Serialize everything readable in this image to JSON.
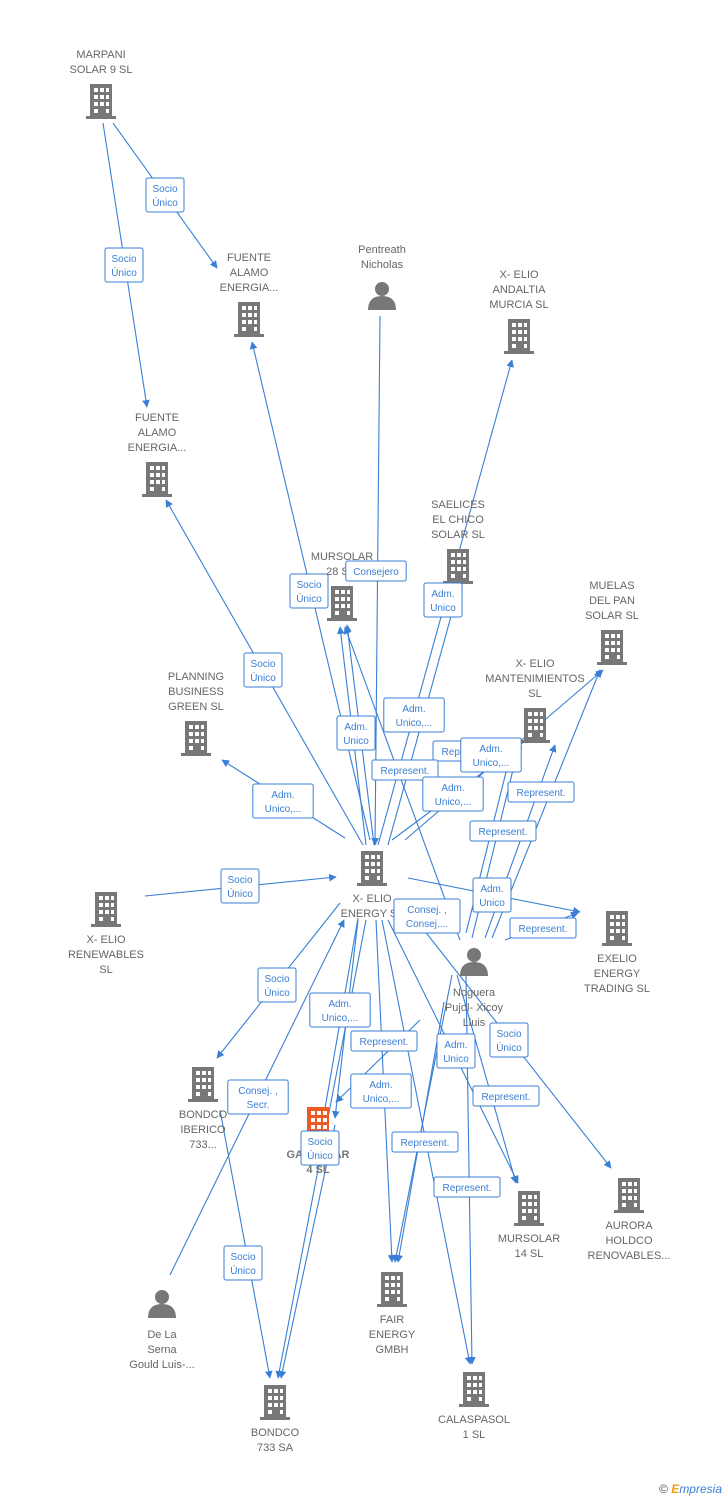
{
  "colors": {
    "edge": "#3a7fd5",
    "icon": "#777777",
    "highlight": "#ee5a24",
    "text": "#666666"
  },
  "nodes": [
    {
      "id": "marpani",
      "type": "building",
      "lines": [
        "MARPANI",
        "SOLAR 9  SL"
      ]
    },
    {
      "id": "fuente1",
      "type": "building",
      "lines": [
        "FUENTE",
        "ALAMO",
        "ENERGIA..."
      ]
    },
    {
      "id": "fuente2",
      "type": "building",
      "lines": [
        "FUENTE",
        "ALAMO",
        "ENERGIA..."
      ]
    },
    {
      "id": "pentreath",
      "type": "person",
      "lines": [
        "Pentreath",
        "Nicholas"
      ]
    },
    {
      "id": "xelio_andaltia",
      "type": "building",
      "lines": [
        "X- ELIO",
        "ANDALTIA",
        "MURCIA  SL"
      ]
    },
    {
      "id": "saelices",
      "type": "building",
      "lines": [
        "SAELICES",
        "EL CHICO",
        "SOLAR SL"
      ]
    },
    {
      "id": "mursolar28",
      "type": "building",
      "lines": [
        "MURSOLAR",
        "28 S..."
      ]
    },
    {
      "id": "muelas",
      "type": "building",
      "lines": [
        "MUELAS",
        "DEL PAN",
        "SOLAR SL"
      ]
    },
    {
      "id": "xelio_mant",
      "type": "building",
      "lines": [
        "X- ELIO",
        "MANTENIMIENTOS",
        "SL"
      ]
    },
    {
      "id": "planning",
      "type": "building",
      "lines": [
        "PLANNING",
        "BUSINESS",
        "GREEN  SL"
      ]
    },
    {
      "id": "xelio_energy",
      "type": "building",
      "lines": [
        "X- ELIO",
        "ENERGY  SL"
      ]
    },
    {
      "id": "xelio_renew",
      "type": "building",
      "lines": [
        "X- ELIO",
        "RENEWABLES",
        "SL"
      ]
    },
    {
      "id": "exelio",
      "type": "building",
      "lines": [
        "EXELIO",
        "ENERGY",
        "TRADING  SL"
      ]
    },
    {
      "id": "noguera",
      "type": "person",
      "lines": [
        "Noguera",
        "Pujol- Xicoy",
        "Lluis"
      ]
    },
    {
      "id": "bondco_iberico",
      "type": "building",
      "lines": [
        "BONDCO",
        "IBERICO",
        "733..."
      ]
    },
    {
      "id": "gansolar",
      "type": "building",
      "highlight": true,
      "lines": [
        "GANSOLAR",
        "4  SL"
      ]
    },
    {
      "id": "mursolar14",
      "type": "building",
      "lines": [
        "MURSOLAR",
        "14 SL"
      ]
    },
    {
      "id": "aurora",
      "type": "building",
      "lines": [
        "AURORA",
        "HOLDCO",
        "RENOVABLES..."
      ]
    },
    {
      "id": "delaserna",
      "type": "person",
      "lines": [
        "De La",
        "Serna",
        "Gould Luis-..."
      ]
    },
    {
      "id": "fair",
      "type": "building",
      "lines": [
        "FAIR",
        "ENERGY",
        "GMBH"
      ]
    },
    {
      "id": "bondco733",
      "type": "building",
      "lines": [
        "BONDCO",
        "733 SA"
      ]
    },
    {
      "id": "calaspasol",
      "type": "building",
      "lines": [
        "CALASPASOL",
        "1  SL"
      ]
    }
  ],
  "edge_labels": [
    {
      "id": "l1",
      "lines": [
        "Socio",
        "Único"
      ]
    },
    {
      "id": "l2",
      "lines": [
        "Socio",
        "Único"
      ]
    },
    {
      "id": "l3",
      "lines": [
        "Consejero"
      ]
    },
    {
      "id": "l4",
      "lines": [
        "Socio",
        "Único"
      ]
    },
    {
      "id": "l5",
      "lines": [
        "Adm.",
        "Unico"
      ]
    },
    {
      "id": "l6",
      "lines": [
        "Socio",
        "Único"
      ]
    },
    {
      "id": "l7",
      "lines": [
        "Adm.",
        "Unico,..."
      ]
    },
    {
      "id": "l8",
      "lines": [
        "Adm.",
        "Unico"
      ]
    },
    {
      "id": "l9",
      "lines": [
        "Represent."
      ]
    },
    {
      "id": "l10",
      "lines": [
        "Represent."
      ]
    },
    {
      "id": "l11",
      "lines": [
        "Adm.",
        "Unico,..."
      ]
    },
    {
      "id": "l12",
      "lines": [
        "Adm.",
        "Unico,..."
      ]
    },
    {
      "id": "l13",
      "lines": [
        "Adm.",
        "Unico,..."
      ]
    },
    {
      "id": "l14",
      "lines": [
        "Represent."
      ]
    },
    {
      "id": "l15",
      "lines": [
        "Represent."
      ]
    },
    {
      "id": "l16",
      "lines": [
        "Socio",
        "Único"
      ]
    },
    {
      "id": "l17",
      "lines": [
        "Adm.",
        "Unico"
      ]
    },
    {
      "id": "l18",
      "lines": [
        "Consej. ,",
        "Consej...."
      ]
    },
    {
      "id": "l19",
      "lines": [
        "Represent."
      ]
    },
    {
      "id": "l20",
      "lines": [
        "Socio",
        "Único"
      ]
    },
    {
      "id": "l21",
      "lines": [
        "Adm.",
        "Unico,..."
      ]
    },
    {
      "id": "l22",
      "lines": [
        "Represent."
      ]
    },
    {
      "id": "l23",
      "lines": [
        "Adm.",
        "Unico"
      ]
    },
    {
      "id": "l24",
      "lines": [
        "Socio",
        "Único"
      ]
    },
    {
      "id": "l25",
      "lines": [
        "Consej. ,",
        "Secr."
      ]
    },
    {
      "id": "l26",
      "lines": [
        "Adm.",
        "Unico,..."
      ]
    },
    {
      "id": "l27",
      "lines": [
        "Represent."
      ]
    },
    {
      "id": "l28",
      "lines": [
        "Socio",
        "Único"
      ]
    },
    {
      "id": "l29",
      "lines": [
        "Represent."
      ]
    },
    {
      "id": "l30",
      "lines": [
        "Represent."
      ]
    },
    {
      "id": "l31",
      "lines": [
        "Socio",
        "Único"
      ]
    }
  ],
  "footer": {
    "copyright": "©",
    "brand_e": "E",
    "brand_rest": "mpresia"
  }
}
